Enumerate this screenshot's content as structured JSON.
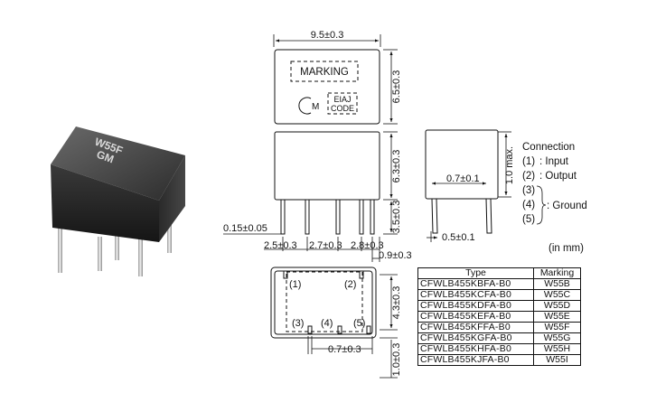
{
  "top_view": {
    "width_dim": "9.5±0.3",
    "height_dim": "6.5±0.3",
    "marking_label": "MARKING",
    "logo_text": "M",
    "eiaj_line1": "EIAJ",
    "eiaj_line2": "CODE"
  },
  "side_view": {
    "body_height_dim": "6.3±0.3",
    "pin_length_dim": "3.5±0.3",
    "pin_width_dim": "0.15±0.05",
    "pitch_dims": [
      "2.5±0.3",
      "2.7±0.3",
      "2.8±0.3"
    ],
    "offset_dim": "0.9±0.3"
  },
  "end_view": {
    "max_dim": "1.0 max.",
    "inner_dim": "0.7±0.1",
    "pin_dim": "0.5±0.1"
  },
  "connection": {
    "title": "Connection",
    "items": [
      {
        "num": "(1)",
        "label": ": Input"
      },
      {
        "num": "(2)",
        "label": ": Output"
      }
    ],
    "ground_nums": [
      "(3)",
      "(4)",
      "(5)"
    ],
    "ground_label": ": Ground"
  },
  "units": "(in mm)",
  "bottom_view": {
    "pin_labels": [
      "(1)",
      "(2)",
      "(3)",
      "(4)",
      "(5)"
    ],
    "height_dim": "4.3±0.3",
    "bottom_dim": "1.0±0.3",
    "inner_dim": "0.7±0.3"
  },
  "table": {
    "headers": [
      "Type",
      "Marking"
    ],
    "rows": [
      [
        "CFWLB455KBFA-B0",
        "W55B"
      ],
      [
        "CFWLB455KCFA-B0",
        "W55C"
      ],
      [
        "CFWLB455KDFA-B0",
        "W55D"
      ],
      [
        "CFWLB455KEFA-B0",
        "W55E"
      ],
      [
        "CFWLB455KFFA-B0",
        "W55F"
      ],
      [
        "CFWLB455KGFA-B0",
        "W55G"
      ],
      [
        "CFWLB455KHFA-B0",
        "W55H"
      ],
      [
        "CFWLB455KJFA-B0",
        "W55I"
      ]
    ]
  },
  "photo": {
    "chip_marking_line1": "W55F",
    "chip_marking_line2": "GM"
  }
}
